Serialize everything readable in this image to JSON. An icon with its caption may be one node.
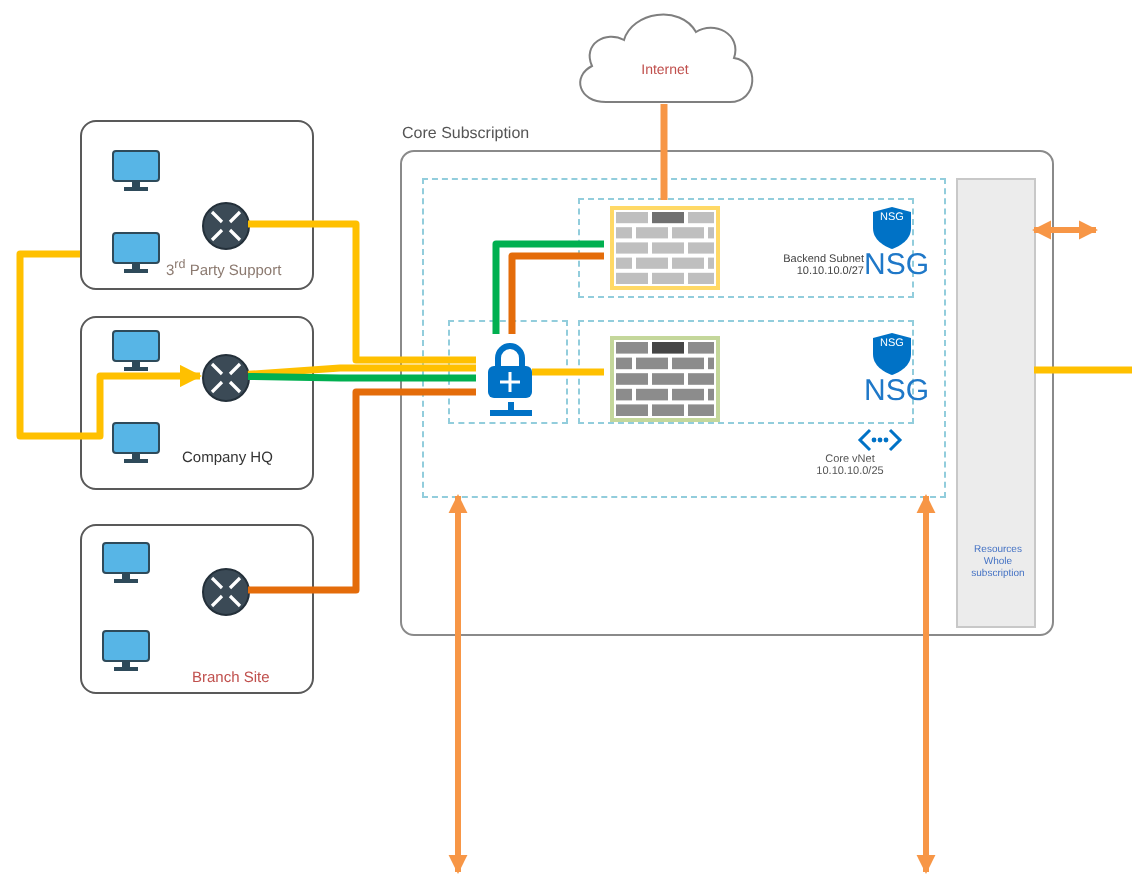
{
  "diagram": {
    "nodes": [
      {
        "text": [
          "Core Subscription"
        ]
      },
      {
        "text": [
          "Core vNet 10.10.10.0/25"
        ],
        "in": 0
      },
      {
        "text": [
          "NSG",
          "Backend Subnet 10.10.10.0/27",
          "NSG"
        ],
        "in": 1
      },
      {
        "text": [],
        "shape": "picture",
        "in": 2
      },
      {
        "text": [
          "NSG",
          "NSG"
        ],
        "in": 1
      },
      {
        "text": [],
        "shape": "picture",
        "in": 4
      },
      {
        "text": [],
        "shape": "box",
        "in": 1
      },
      {
        "text": [],
        "shape": "picture",
        "in": 6
      },
      {
        "text": [
          "Resources Whole subscription"
        ],
        "in": 0
      },
      {
        "text": [
          "Internet"
        ]
      },
      {
        "text": [
          "3$^{rd}$ Party Support"
        ]
      },
      {
        "text": [],
        "shape": "circle",
        "in": 10
      },
      {
        "text": [
          "Company HQ"
        ]
      },
      {
        "text": [],
        "shape": "circle",
        "in": 12
      },
      {
        "text": [
          "Branch Site"
        ]
      },
      {
        "text": [],
        "shape": "circle",
        "in": 14
      }
    ],
    "edges": [
      {
        "from": 9,
        "to": 3,
        "arrow": "none",
        "color": "#f79646"
      },
      {
        "from": 11,
        "to": 7,
        "arrow": "none"
      },
      {
        "from": 13,
        "to": 7,
        "arrow": "none"
      },
      {
        "from": 13,
        "to": 7,
        "arrow": "none",
        "color": "#00b050"
      },
      {
        "from": 15,
        "to": 7,
        "arrow": "none",
        "color": "#e46c0a"
      },
      {
        "from": 7,
        "to": 3,
        "arrow": "none",
        "color": "#00b050"
      },
      {
        "from": 7,
        "to": 3,
        "arrow": "none",
        "color": "#e46c0a"
      },
      {
        "from": 7,
        "to": 5,
        "arrow": "none"
      },
      {
        "from": 10,
        "to": 13,
        "arrow": "to"
      },
      {
        "from": 8,
        "to": null,
        "arrow": "both",
        "color": "#f79646"
      },
      {
        "from": 8,
        "to": null,
        "arrow": "none"
      },
      {
        "from": 1,
        "to": null,
        "arrow": "both",
        "color": "#f79646"
      },
      {
        "from": 1,
        "to": null,
        "arrow": "both",
        "color": "#f79646"
      }
    ]
  }
}
